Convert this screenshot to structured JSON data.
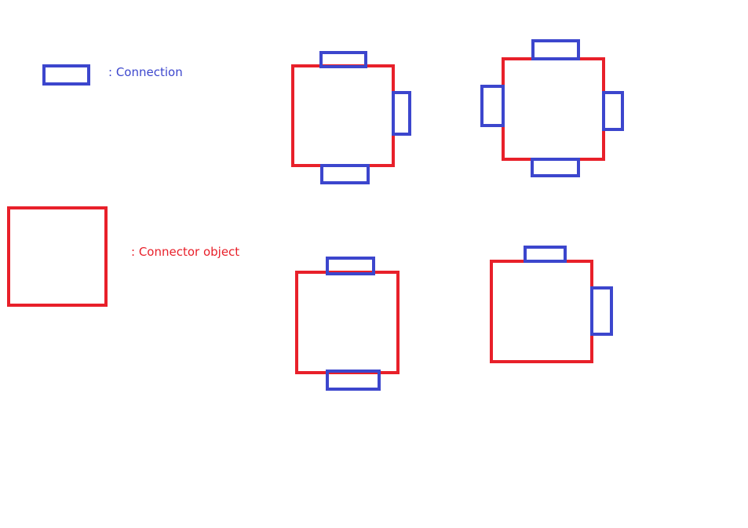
{
  "colors": {
    "connection": "#3c46cd",
    "connector": "#e8202a",
    "background": "#ffffff"
  },
  "legend": {
    "connection_label": ": Connection",
    "connector_label": ": Connector object"
  },
  "diagrams": [
    {
      "name": "connector-with-three-connections",
      "connections": [
        "top",
        "right",
        "bottom"
      ]
    },
    {
      "name": "connector-with-four-connections",
      "connections": [
        "top",
        "left",
        "right",
        "bottom"
      ]
    },
    {
      "name": "connector-with-top-bottom-connections",
      "connections": [
        "top",
        "bottom"
      ]
    },
    {
      "name": "connector-with-top-right-connections",
      "connections": [
        "top",
        "right"
      ]
    }
  ]
}
